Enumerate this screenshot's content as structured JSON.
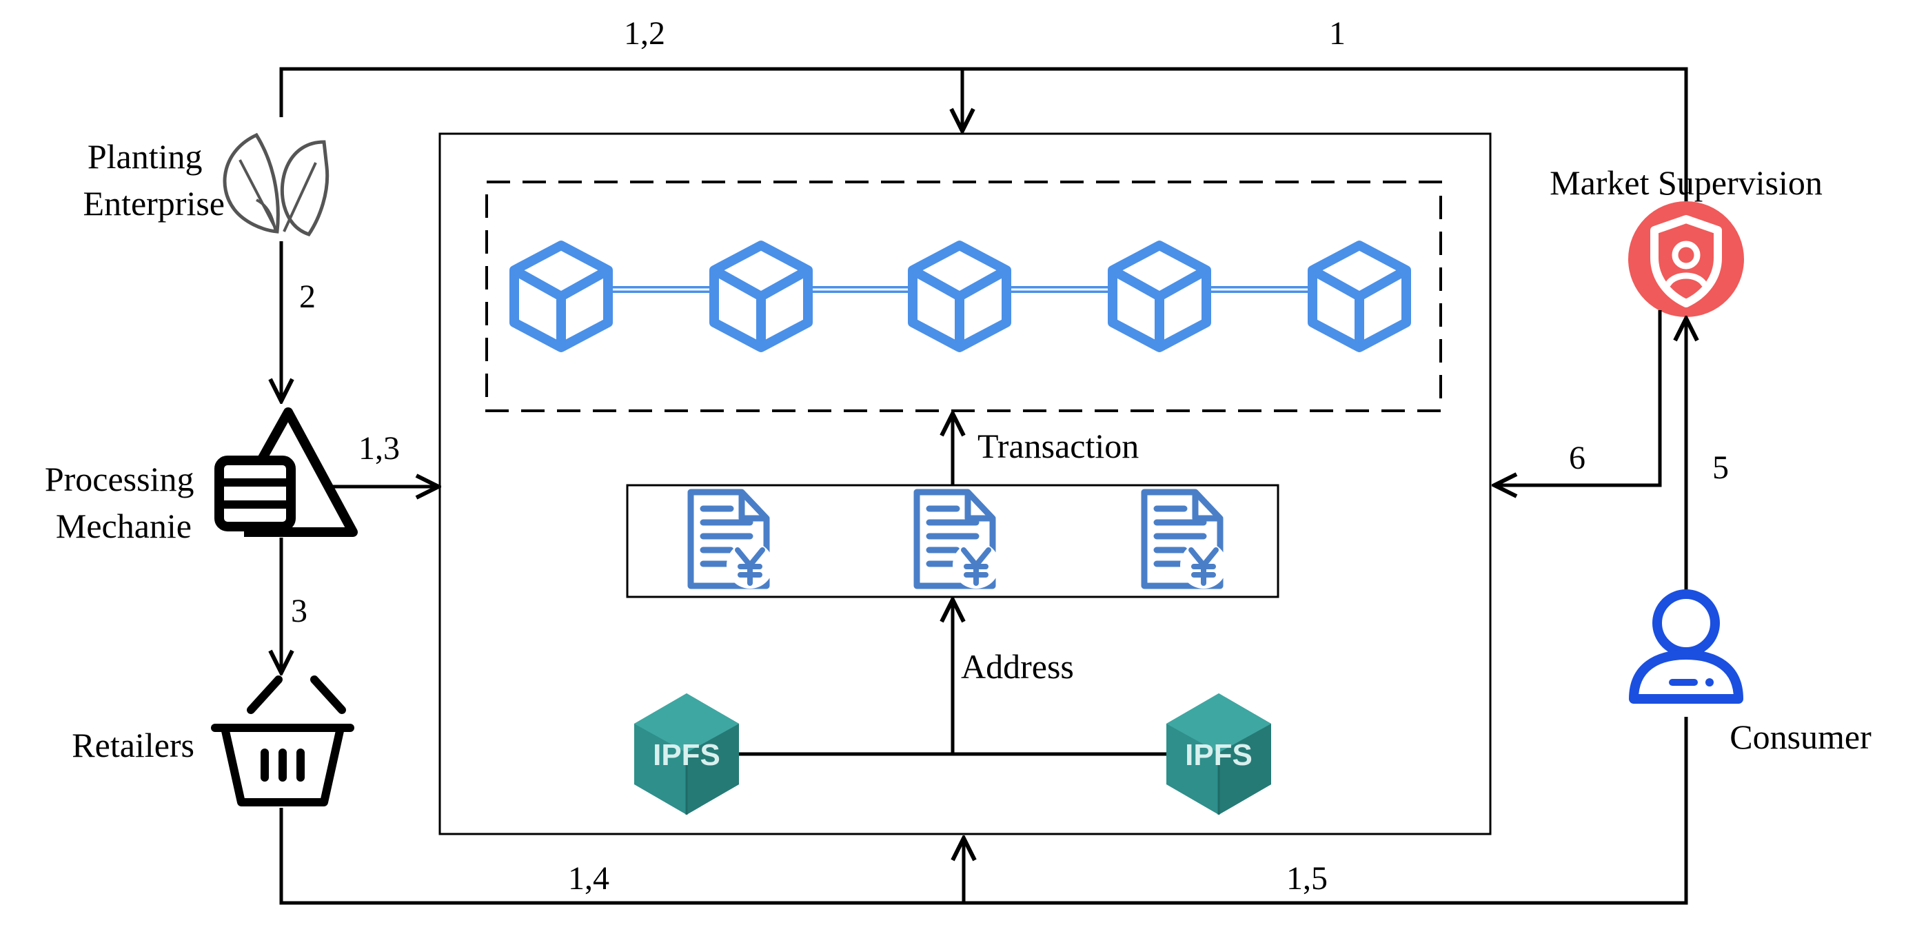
{
  "actors": {
    "planting": [
      "Planting",
      "Enterprise"
    ],
    "processing": [
      "Processing",
      "Mechanie"
    ],
    "retailers": "Retailers",
    "market": "Market Supervision",
    "consumer": "Consumer"
  },
  "edges": {
    "planting_top": "1,2",
    "market_top": "1",
    "planting_processing": "2",
    "processing_blockchain": "1,3",
    "processing_retailers": "3",
    "retailers_bottom": "1,4",
    "consumer_bottom": "1,5",
    "market_blockchain": "6",
    "consumer_market": "5"
  },
  "flow": {
    "transaction": "Transaction",
    "address": "Address"
  },
  "storage": {
    "ipfs_left": "IPFS",
    "ipfs_right": "IPFS"
  },
  "colors": {
    "block_blue": "#4a90e8",
    "doc_blue": "#4a7fc8",
    "ipfs_teal": "#2e8f8b",
    "market_red": "#f05a5a",
    "consumer_blue": "#1a4fe0",
    "line": "#000000",
    "leaf_gray": "#555555"
  }
}
